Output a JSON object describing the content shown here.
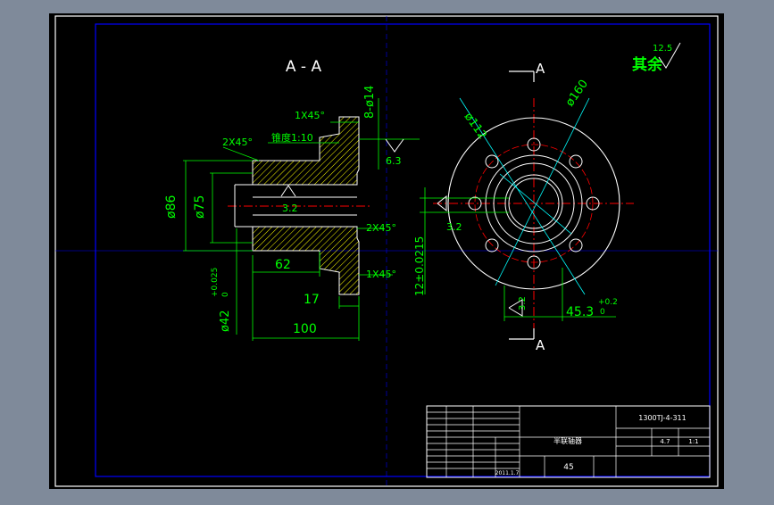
{
  "section_label": "A - A",
  "roughness_note": {
    "prefix": "其余",
    "value": "12.5"
  },
  "cut_marker_top": "A",
  "cut_marker_bottom": "A",
  "dims": {
    "d14": "8-ø14",
    "c1x45_top": "1X45°",
    "c2x45_left": "2X45°",
    "taper": "锥度1:10",
    "r63": "6.3",
    "d86": "ø86",
    "d75": "ø75",
    "r32_left": "3.2",
    "c2x45_right": "2X45°",
    "d62": "62",
    "c1x45_bottom": "1X45°",
    "d42": "ø42",
    "d42_tol_upper": "+0.025",
    "d42_tol_lower": "0",
    "d17": "17",
    "d100": "100",
    "d112": "ø112",
    "d160": "ø160",
    "r32_right": "3.2",
    "d12": "12±0.0215",
    "r32_bottom": "3.2",
    "d453": "45.3",
    "d453_tol_upper": "+0.2",
    "d453_tol_lower": "0"
  },
  "title_block": {
    "drawing_no": "1300TJ-4-311",
    "part_name": "半联轴器",
    "material": "45",
    "weight": "4.7",
    "scale": "1:1",
    "date": "2011.1.7"
  },
  "colors": {
    "background": "#000000",
    "border": "#0000ff",
    "outline": "#ffffff",
    "dimension": "#00ff00",
    "hatch": "#ffff00",
    "center_line": "#ff0000",
    "leader": "#00ffff"
  }
}
